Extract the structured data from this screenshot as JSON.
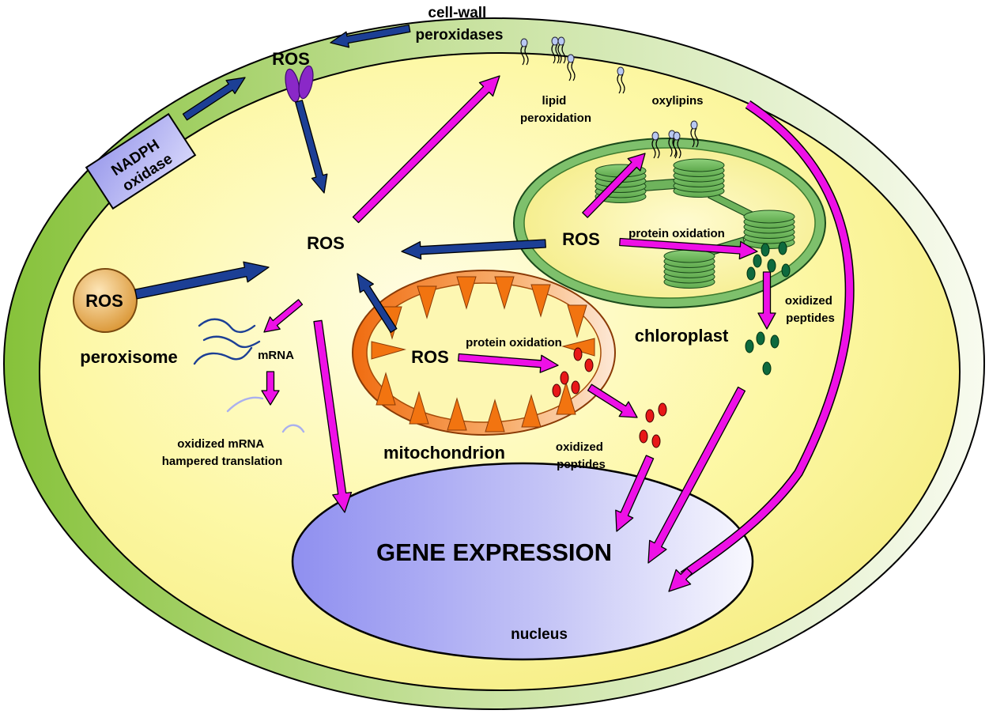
{
  "labels": {
    "cell_wall_peroxidases": [
      "cell-wall",
      "peroxidases"
    ],
    "ros_membrane": "ROS",
    "nadph_oxidase": [
      "NADPH",
      "oxidase"
    ],
    "lipid_peroxidation": [
      "lipid",
      "peroxidation"
    ],
    "oxylipins": "oxylipins",
    "ros_center": "ROS",
    "ros_peroxisome": "ROS",
    "peroxisome": "peroxisome",
    "mrna": "mRNA",
    "oxidized_mrna": [
      "oxidized mRNA",
      "hampered translation"
    ],
    "ros_chloroplast": "ROS",
    "chloroplast_protein_oxidation": "protein oxidation",
    "chloroplast": "chloroplast",
    "chloroplast_oxidized_peptides": [
      "oxidized",
      "peptides"
    ],
    "ros_mitochondrion": "ROS",
    "mito_protein_oxidation": "protein oxidation",
    "mitochondrion": "mitochondrion",
    "mito_oxidized_peptides": [
      "oxidized",
      "peptides"
    ],
    "gene_expression": "GENE EXPRESSION",
    "nucleus": "nucleus"
  },
  "colors": {
    "cell_wall": "#8cc43c",
    "cytoplasm": "#fdf89a",
    "ros_arrow": "#1c3f95",
    "signal_arrow": "#ee10e6",
    "nadph_box": "#a8a8f0",
    "peroxisome": "#e8a850",
    "chloroplast": "#7abf6a",
    "mitochondrion": "#f07818",
    "oxidized_peptide_mito": "#e81818",
    "oxidized_peptide_chloro": "#0e6a3e",
    "nucleus": "#9a9af0",
    "membrane_channel": "#8a28c8"
  }
}
